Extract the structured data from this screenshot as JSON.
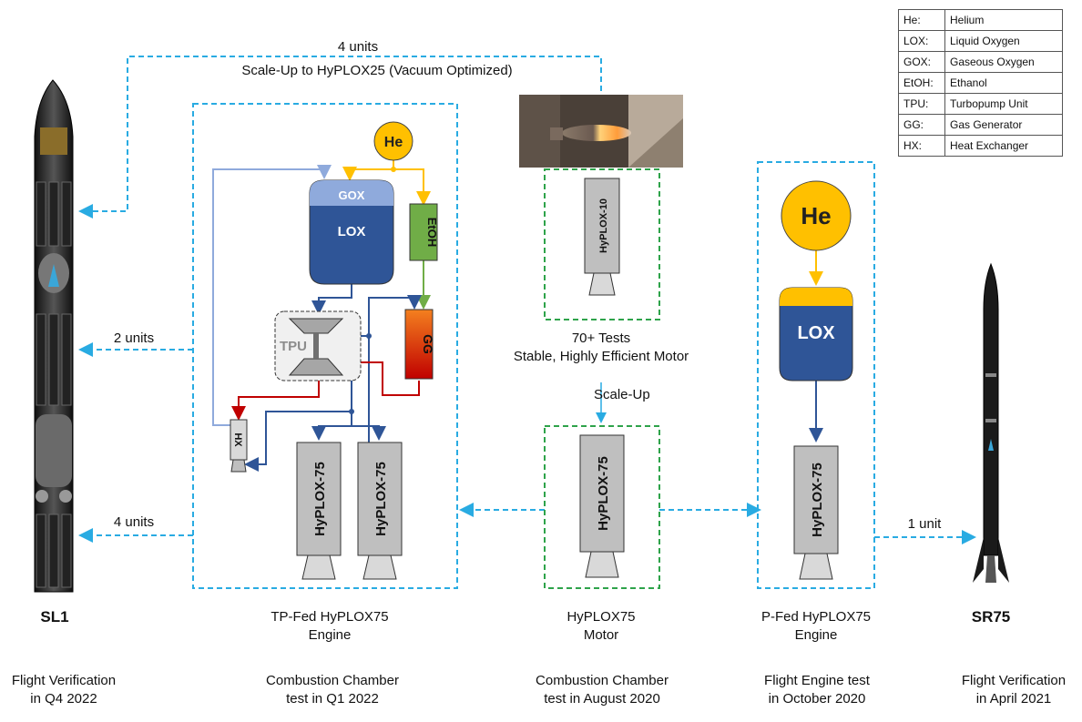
{
  "legend": [
    {
      "abbr": "He:",
      "meaning": "Helium"
    },
    {
      "abbr": "LOX:",
      "meaning": "Liquid Oxygen"
    },
    {
      "abbr": "GOX:",
      "meaning": "Gaseous Oxygen"
    },
    {
      "abbr": "EtOH:",
      "meaning": "Ethanol"
    },
    {
      "abbr": "TPU:",
      "meaning": "Turbopump Unit"
    },
    {
      "abbr": "GG:",
      "meaning": "Gas Generator"
    },
    {
      "abbr": "HX:",
      "meaning": "Heat Exchanger"
    }
  ],
  "arrows": {
    "top_units": "4 units",
    "top_scaleup": "Scale-Up to HyPLOX25 (Vacuum Optimized)",
    "mid_units": "2 units",
    "low_units": "4 units",
    "sr75_units": "1 unit",
    "scale_up": "Scale-Up"
  },
  "tp_engine": {
    "he": "He",
    "gox": "GOX",
    "lox": "LOX",
    "etoh": "EtOH",
    "tpu": "TPU",
    "gg": "GG",
    "hx": "HX",
    "engine_a": "HyPLOX-75",
    "engine_b": "HyPLOX-75"
  },
  "hyplox10": {
    "engine": "HyPLOX-10",
    "tests": "70+ Tests",
    "desc": "Stable, Highly Efficient Motor"
  },
  "motor": {
    "engine": "HyPLOX-75"
  },
  "pfed": {
    "he": "He",
    "lox": "LOX",
    "engine": "HyPLOX-75"
  },
  "columns": [
    {
      "name": "SL1",
      "desc1": "Flight Verification",
      "desc2": "in Q4 2022"
    },
    {
      "name1": "TP-Fed HyPLOX75",
      "name2": "Engine",
      "desc1": "Combustion Chamber",
      "desc2": "test in Q1 2022"
    },
    {
      "name1": "HyPLOX75",
      "name2": "Motor",
      "desc1": "Combustion Chamber",
      "desc2": "test in August 2020"
    },
    {
      "name1": "P-Fed HyPLOX75",
      "name2": "Engine",
      "desc1": "Flight Engine test",
      "desc2": "in October 2020"
    },
    {
      "name": "SR75",
      "desc1": "Flight Verification",
      "desc2": "in April 2021"
    }
  ],
  "colors": {
    "cyan_dash": "#29abe2",
    "green_dash": "#2ea34a",
    "he_yellow": "#ffc000",
    "lox_blue": "#2f5597",
    "gox_light": "#8faadc",
    "etoh_green": "#70ad47",
    "gg_red": "#c00000",
    "pipe_blue": "#2f5597",
    "pipe_red": "#c00000",
    "engine_grey": "#bfbfbf"
  }
}
